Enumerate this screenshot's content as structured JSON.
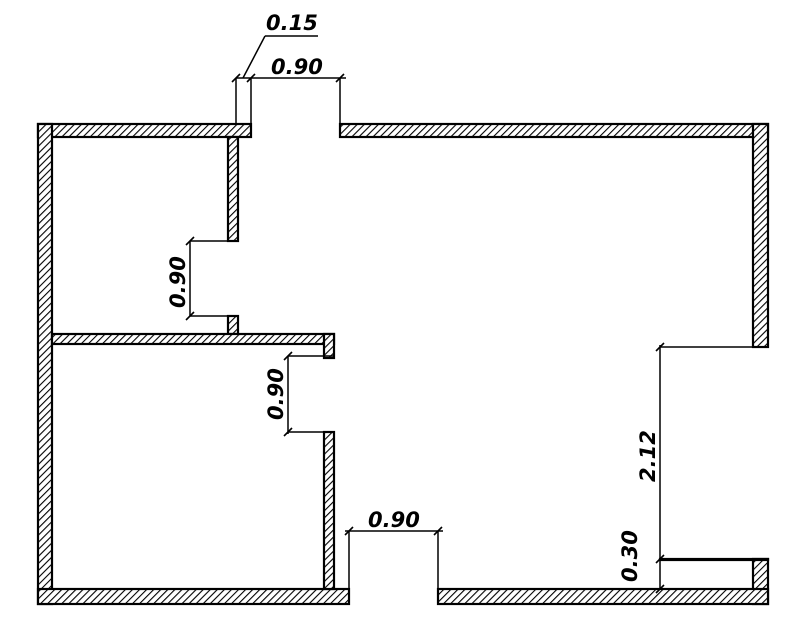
{
  "colors": {
    "ink": "#000000",
    "paper": "#ffffff"
  },
  "dimensions": {
    "top_wall_thickness": "0.15",
    "top_door_width": "0.90",
    "upper_room_door": "0.90",
    "lower_room_door": "0.90",
    "bottom_door_width": "0.90",
    "right_opening_height": "2.12",
    "right_wall_segment": "0.30"
  }
}
